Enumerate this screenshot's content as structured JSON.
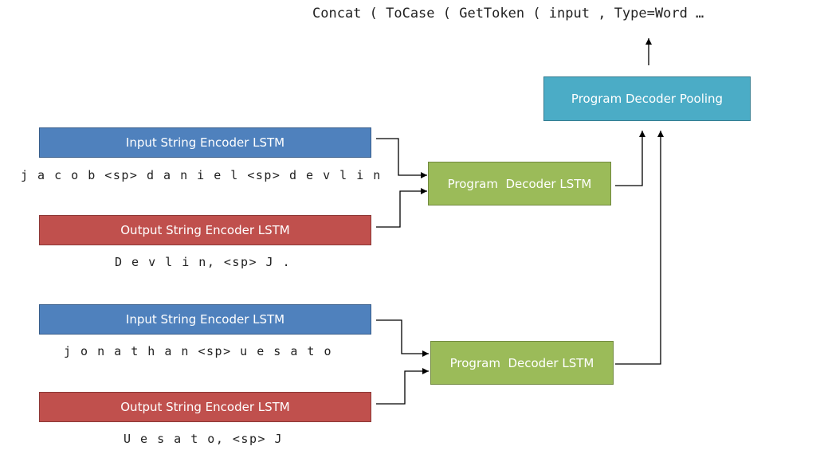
{
  "program_output": "Concat ( ToCase ( GetToken ( input , Type=Word …",
  "pooling": {
    "label": "Program Decoder Pooling"
  },
  "example1": {
    "input_encoder": "Input String Encoder LSTM",
    "input_string": "j a c o b <sp> d a n i e l <sp> d e v l i n",
    "output_encoder": "Output String Encoder LSTM",
    "output_string": "D e v l i n, <sp> J .",
    "decoder": "Program  Decoder LSTM"
  },
  "example2": {
    "input_encoder": "Input String Encoder LSTM",
    "input_string": "j o n a t h a n <sp> u e s a t o",
    "output_encoder": "Output String Encoder LSTM",
    "output_string": "U e s a t o, <sp> J",
    "decoder": "Program  Decoder LSTM"
  }
}
